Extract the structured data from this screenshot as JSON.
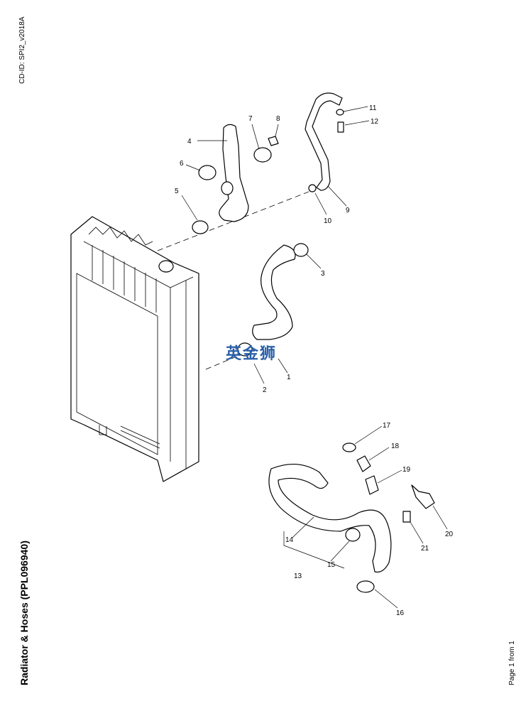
{
  "document": {
    "cd_id": "CD-ID: SPI2_v2018A",
    "title": "Radiator & Hoses (PPL096940)",
    "page": "Page 1 from 1",
    "watermark": "英金狮"
  },
  "callouts": [
    "1",
    "2",
    "3",
    "4",
    "5",
    "6",
    "7",
    "8",
    "9",
    "10",
    "11",
    "12",
    "13",
    "14",
    "15",
    "16",
    "17",
    "18",
    "19",
    "20",
    "21"
  ]
}
